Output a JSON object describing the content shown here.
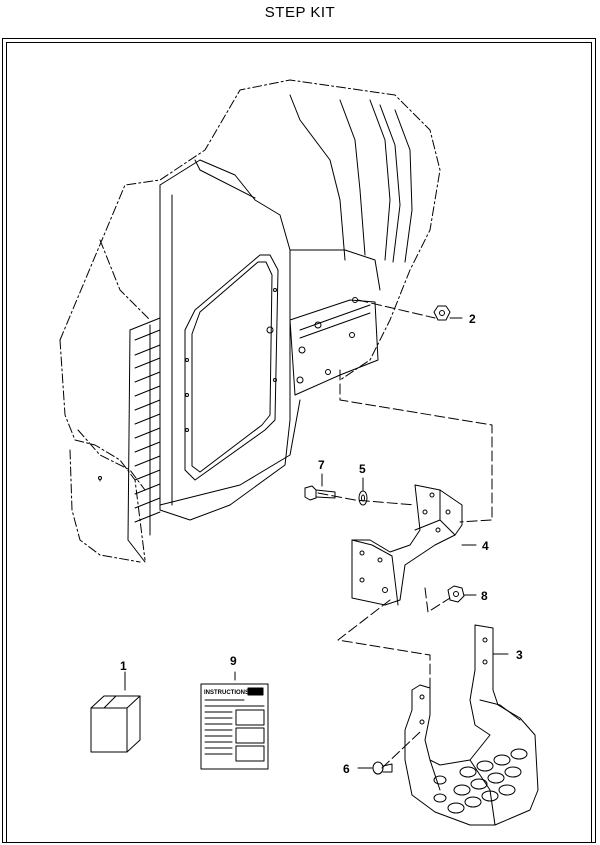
{
  "title": "STEP KIT",
  "callouts": {
    "c1": "1",
    "c2": "2",
    "c3": "3",
    "c4": "4",
    "c5": "5",
    "c6": "6",
    "c7": "7",
    "c8": "8",
    "c9": "9"
  },
  "instructions_label": "INSTRUCTIONS"
}
